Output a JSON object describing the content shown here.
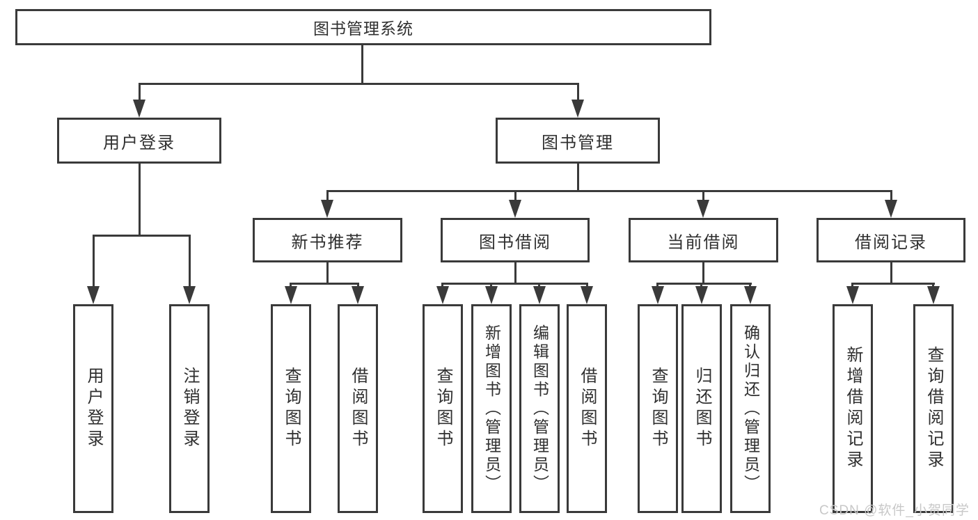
{
  "tree": {
    "root": {
      "label": "图书管理系统"
    },
    "level2": [
      {
        "label": "用户登录",
        "children": [
          "用户登录",
          "注销登录"
        ]
      },
      {
        "label": "图书管理",
        "children": [
          {
            "label": "新书推荐",
            "children": [
              "查询图书",
              "借阅图书"
            ]
          },
          {
            "label": "图书借阅",
            "children": [
              "查询图书",
              "新增图书（管理员）",
              "编辑图书（管理员）",
              "借阅图书"
            ]
          },
          {
            "label": "当前借阅",
            "children": [
              "查询图书",
              "归还图书",
              "确认归还（管理员）"
            ]
          },
          {
            "label": "借阅记录",
            "children": [
              "新增借阅记录",
              "查询借阅记录"
            ]
          }
        ]
      }
    ]
  },
  "watermark": {
    "text": "CSDN @软件_小贺同学"
  },
  "colors": {
    "line": "#3a3a3a",
    "text": "#2f2f2f",
    "background": "#ffffff",
    "watermark": "#c8c8c8"
  }
}
